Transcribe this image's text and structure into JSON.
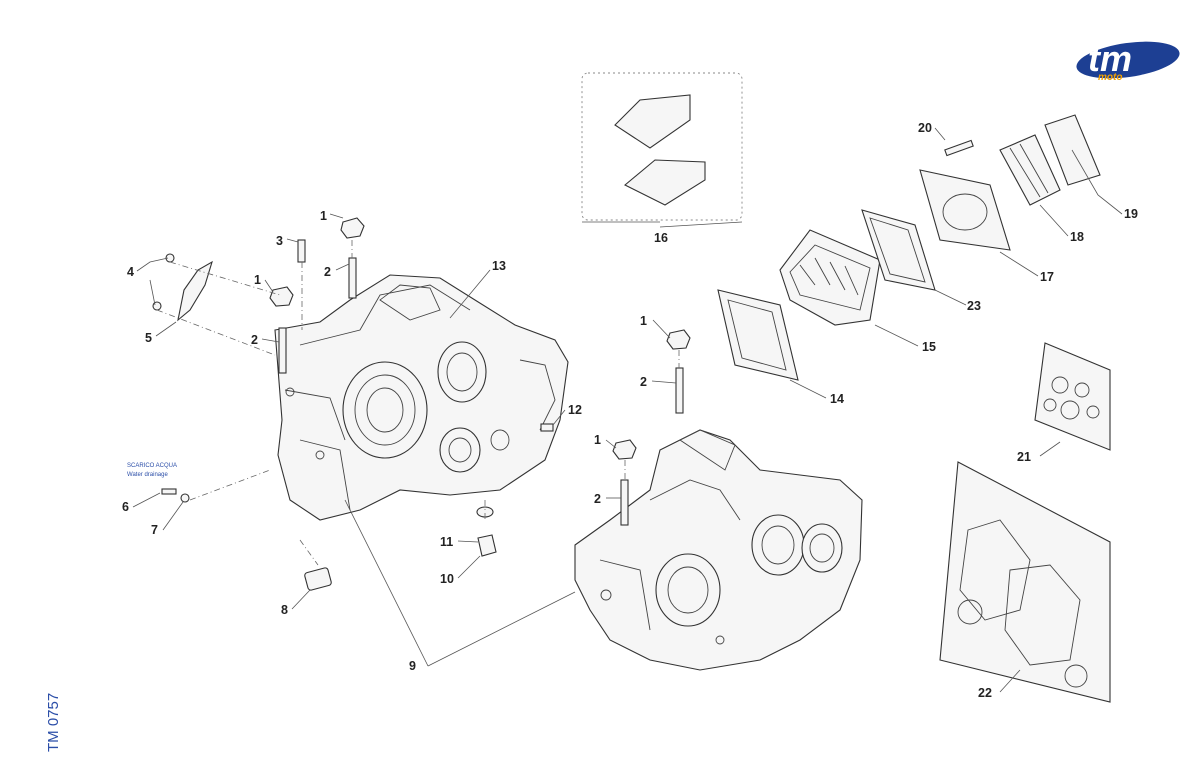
{
  "diagram": {
    "brand_main": "tm",
    "brand_sub": "moto",
    "code": "TM 0757",
    "drain_note_line1": "SCARICO ACQUA",
    "drain_note_line2": "Water drainage",
    "callouts": [
      "1",
      "2",
      "3",
      "4",
      "5",
      "6",
      "7",
      "8",
      "9",
      "10",
      "11",
      "12",
      "13",
      "14",
      "15",
      "16",
      "17",
      "18",
      "19",
      "20",
      "21",
      "22",
      "23"
    ],
    "colors": {
      "accent": "#1d3f93",
      "logo_stripe": "#f2a100",
      "line": "#333333"
    }
  }
}
